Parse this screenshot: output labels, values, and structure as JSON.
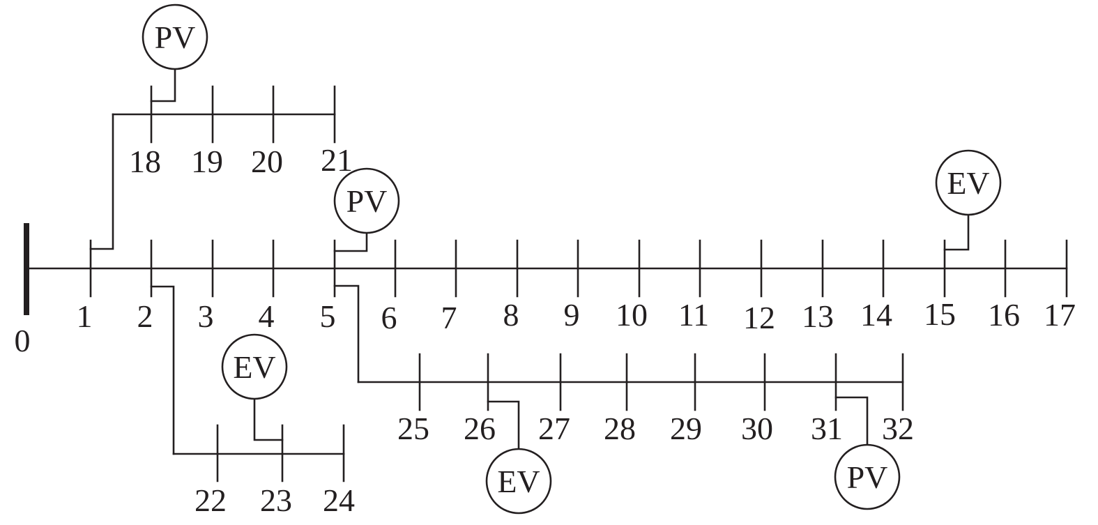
{
  "nodes": [
    "0",
    "1",
    "2",
    "3",
    "4",
    "5",
    "6",
    "7",
    "8",
    "9",
    "10",
    "11",
    "12",
    "13",
    "14",
    "15",
    "16",
    "17",
    "18",
    "19",
    "20",
    "21",
    "22",
    "23",
    "24",
    "25",
    "26",
    "27",
    "28",
    "29",
    "30",
    "31",
    "32"
  ],
  "branches": [
    {
      "from": "1",
      "nodes": [
        "18",
        "19",
        "20",
        "21"
      ]
    },
    {
      "from": "2",
      "nodes": [
        "22",
        "23",
        "24"
      ]
    },
    {
      "from": "5",
      "nodes": [
        "25",
        "26",
        "27",
        "28",
        "29",
        "30",
        "31",
        "32"
      ]
    }
  ],
  "units": [
    {
      "type": "PV",
      "node": "18"
    },
    {
      "type": "PV",
      "node": "5"
    },
    {
      "type": "EV",
      "node": "15"
    },
    {
      "type": "EV",
      "node": "23"
    },
    {
      "type": "EV",
      "node": "26"
    },
    {
      "type": "PV",
      "node": "31"
    }
  ],
  "colors": {
    "line": "#231f20",
    "background": "#ffffff"
  }
}
